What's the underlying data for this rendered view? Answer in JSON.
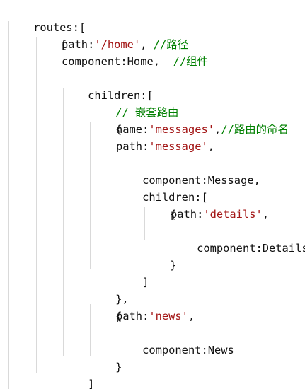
{
  "code": {
    "l1_routes": "routes:[",
    "l2_brace": "{",
    "l3_path_key": "path:",
    "l3_path_val": "'/home'",
    "l3_comma": ", ",
    "l3_comment": "//路径",
    "l4_component": "component:Home,",
    "l4_gap": "  ",
    "l4_comment": "//组件",
    "l5_children": "children:[",
    "l6_comment": "// 嵌套路由",
    "l7_brace": "{",
    "l8_name_key": "name:",
    "l8_name_val": "'messages'",
    "l8_comma": ",",
    "l8_comment": "//路由的命名",
    "l9_path_key": "path:",
    "l9_path_val": "'message'",
    "l9_comma": ",",
    "l10_component": "component:Message,",
    "l11_children": "children:[",
    "l12_brace": "{",
    "l13_path_key": "path:",
    "l13_path_val": "'details'",
    "l13_comma": ",",
    "l14_component": "component:Details",
    "l15_close": "}",
    "l16_close": "]",
    "l17_close": "},",
    "l18_brace": "{",
    "l19_path_key": "path:",
    "l19_path_val": "'news'",
    "l19_comma": ",",
    "l20_component": "component:News",
    "l21_close": "}",
    "l22_close": "]",
    "l23_close": "},"
  },
  "colors": {
    "default_text": "#111111",
    "string": "#a31515",
    "comment": "#008000",
    "indent_guide": "#d9d9d9",
    "background": "#ffffff"
  }
}
